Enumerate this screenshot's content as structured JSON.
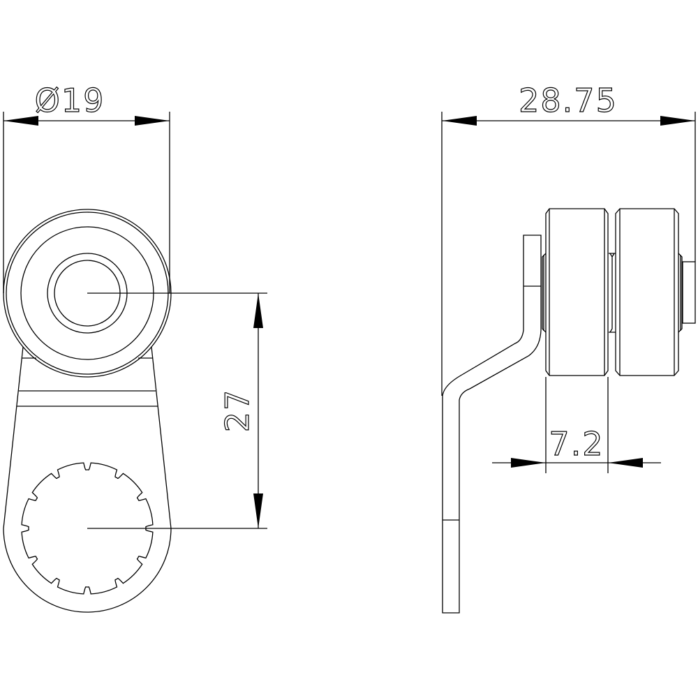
{
  "drawing": {
    "front_view": {
      "diameter_label": "Ø19",
      "center_distance_label": "27"
    },
    "side_view": {
      "overall_width_label": "28.75",
      "roller_width_label": "7.2"
    }
  }
}
